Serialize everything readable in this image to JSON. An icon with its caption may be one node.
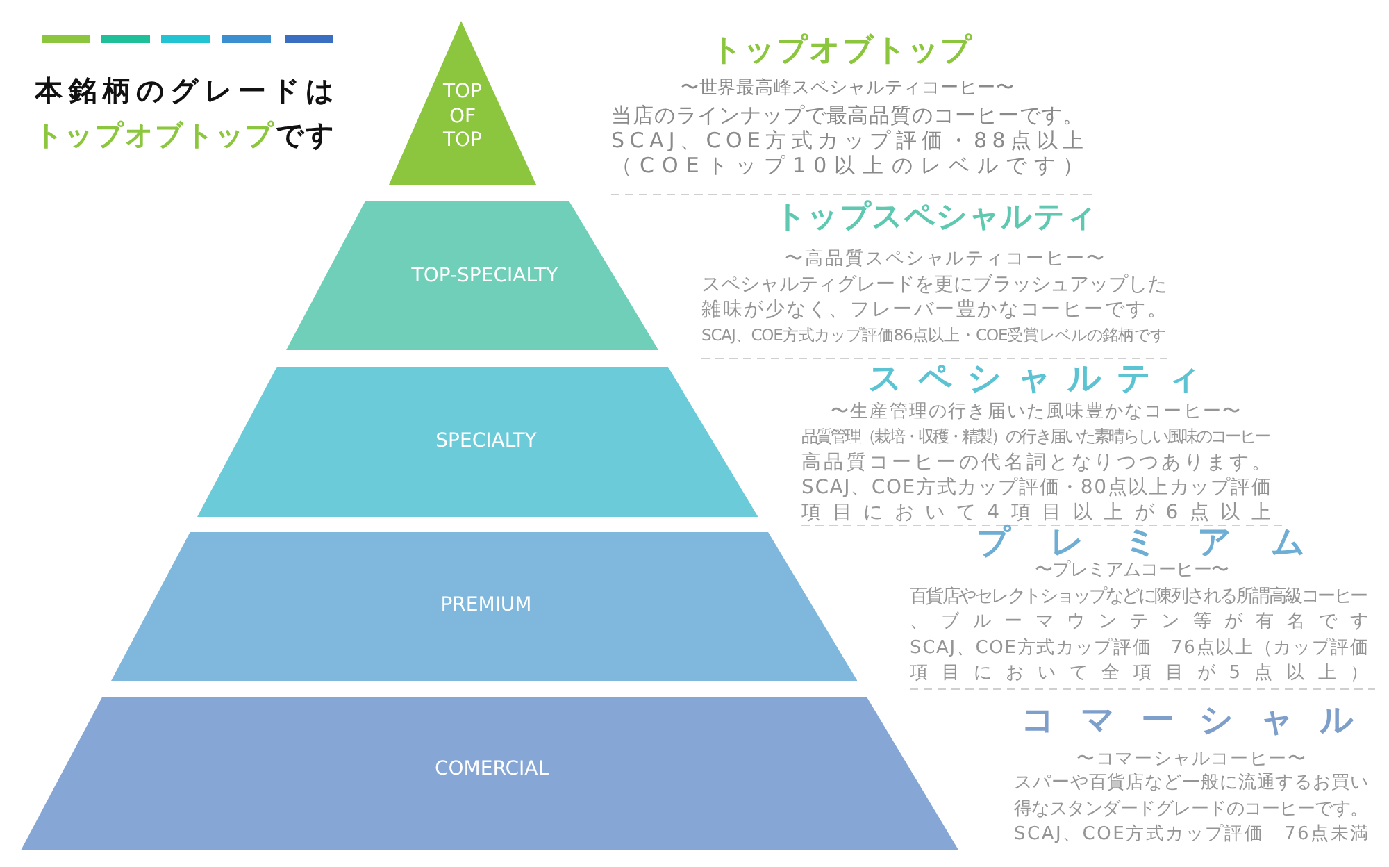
{
  "diagram": {
    "nodes": [
      {
        "text": [
          "TOP OF TOP"
        ],
        "beside": [
          "トップオブトップ",
          "〜世界最高峰スペシャルティコーヒー〜",
          "当店のラインナップで最高品質のコーヒーです。",
          "SCAJ、COE方式カップ評価・88点以上",
          "（COEトップ10以上のレベルです）"
        ]
      },
      {
        "text": [
          "TOP-SPECIALTY"
        ],
        "beside": [
          "トップスペシャルティ",
          "〜高品質スペシャルティコーヒー〜",
          "スペシャルティグレードを更にブラッシュアップした",
          "雑味が少なく、フレーバー豊かなコーヒーです。",
          "SCAJ、COE方式カップ評価86点以上・COE受賞レベルの銘柄です"
        ]
      },
      {
        "text": [
          "SPECIALTY"
        ],
        "beside": [
          "スペシャルティ",
          "〜生産管理の行き届いた風味豊かなコーヒー〜",
          "品質管理（栽培・収穫・精製）の行き届いた素晴らしい風味のコーヒー",
          "高品質コーヒーの代名詞となりつつあります。",
          "SCAJ、COE方式カップ評価・80点以上カップ評価",
          "項目において4項目以上が6点以上"
        ]
      },
      {
        "text": [
          "PREMIUM"
        ],
        "beside": [
          "プレミアム",
          "〜プレミアムコーヒー〜",
          "百貨店やセレクトショップなどに陳列される所謂高級コーヒー",
          "、ブルーマウンテン等が有名です",
          "SCAJ、COE方式カップ評価　76点以上（カップ評価",
          "項目において全項目が5点以上）"
        ]
      },
      {
        "text": [
          "COMERCIAL"
        ],
        "beside": [
          "コマーシャル",
          "〜コマーシャルコーヒー〜",
          "スパーや百貨店など一般に流通するお買い",
          "得なスタンダードグレードのコーヒーです。",
          "SCAJ、COE方式カップ評価　76点未満"
        ]
      }
    ],
    "labels": [
      "本銘柄のグレードは",
      "**トップオブトップ**です"
    ]
  }
}
